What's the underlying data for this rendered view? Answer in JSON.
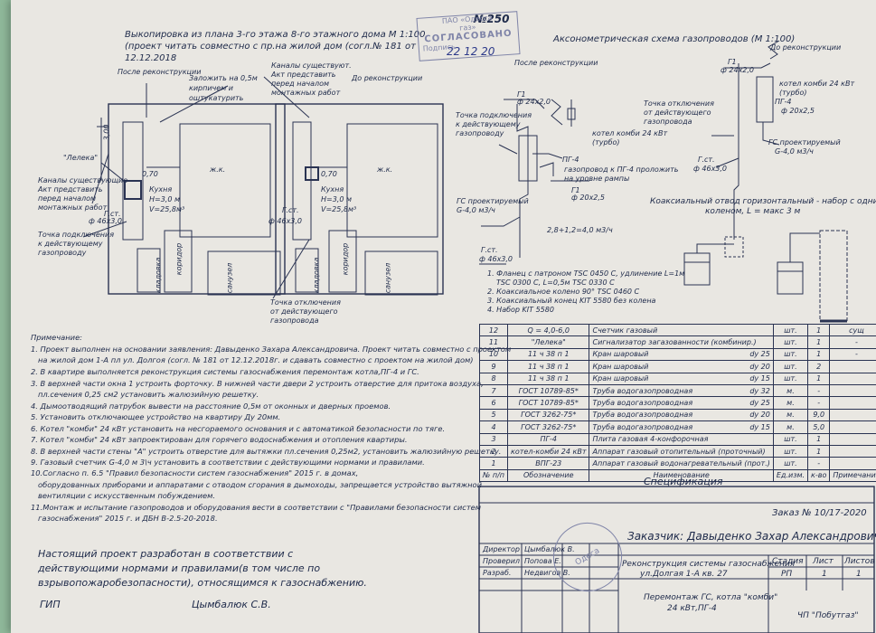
{
  "header": {
    "number": "№250",
    "plan_title": [
      "Выкопировка из плана 3-го этажа 8-го этажного дома М 1:100",
      "(проект читать совместно с пр.на жилой дом (согл.№ 181 от",
      "12.12.2018"
    ],
    "axo_title": "Аксонометрическая схема газопроводов (М 1:100)",
    "approval_stamp": {
      "line1": "ПАО «Одесса",
      "line2": "газ»",
      "word": "СОГЛАСОВАНО",
      "sign": "Подпись",
      "date": "22 12 20"
    }
  },
  "plan_labels": {
    "after_recon": "После реконструкции",
    "seal_note": [
      "Заложить на 0,5м",
      "кирпичем и",
      "оштукатурить"
    ],
    "channels_left": [
      "Каналы существующие",
      "Акт представить",
      "перед началом",
      "монтажных работ"
    ],
    "channels_mid": [
      "Каналы существуют.",
      "Акт представить",
      "перед началом",
      "монтажных работ"
    ],
    "before_recon": "До реконструкции",
    "leleka": "\"Лелека\"",
    "kitchen": [
      "Кухня",
      "Н=3,0 м",
      "V=25,8м³"
    ],
    "gst": "Г.ст.",
    "pipe": "ф 46х3,0",
    "room": "ж.к.",
    "corridor": "коридор",
    "pantry": "кладовка",
    "bath": "санузел",
    "dim": "3,00",
    "conn_point": [
      "Точка подключения",
      "к действующему",
      "газопроводу"
    ],
    "cutoff_point": [
      "Точка отключения",
      "от действующего",
      "газопровода"
    ],
    "dim_070": "0,70"
  },
  "axo_labels": {
    "after_recon": "После реконструкции",
    "before_recon": "До реконструкции",
    "g1": "Г1",
    "d24": "ф 24х2,0",
    "d20": "ф 20х2,5",
    "kombi_left": [
      "котел комби 24 кВт",
      "(турбо)"
    ],
    "kombi_right": [
      "котел комби 24 кВт",
      "(турбо)"
    ],
    "pg4": "ПГ-4",
    "pg4_note": [
      "газопровод к ПГ-4 проложить",
      "на уровне рампы"
    ],
    "gs_left": [
      "ГС проектируемый",
      "G-4,0 м3/ч"
    ],
    "gs_right": [
      "ГС проектируемый",
      "G-4,0 м3/ч"
    ],
    "gst": "Г.ст.",
    "d46": "ф 46х3,0",
    "flow": "2,8+1,2=4,0 м3/ч",
    "conn_point": [
      "Точка подключения",
      "к действующему",
      "газопроводу"
    ],
    "cutoff_point": [
      "Точка отключения",
      "от действующего",
      "газопровода"
    ],
    "coax": [
      "Коаксиальный отвод горизонтальный - набор с одним",
      "коленом, L = макс 3 м"
    ],
    "kit": [
      "1. Фланец с патроном TSC 0450 C, удлинение L=1м",
      "TSC 0300 C, L=0,5м TSC 0330 C",
      "2. Коаксиальное колено 90° TSC 0460 C",
      "3. Коаксиальный конец KIT 5580 без колена",
      "4. Набор KIT 5580"
    ]
  },
  "notes": {
    "heading": "Примечание:",
    "lines": [
      "1. Проект выполнен на основании заявления: Давыденко Захара Александровича. Проект читать совместно с проектом",
      "на жилой дом 1-А пл ул. Долгоя (согл. № 181 от 12.12.2018г. и сдавать совместно с проектом на жилой дом)",
      "2. В квартире выполняется реконструкция системы газоснабжения перемонтаж котла,ПГ-4 и ГС.",
      "3. В верхней части окна 1 устроить форточку. В нижней части двери 2 устроить отверстие для притока воздуха,",
      "пл.сечения 0,25 см2 установить жалюзийную решетку.",
      "4. Дымоотводящий патрубок вывести на расстояние 0,5м от оконных и дверных проемов.",
      "5. Установить отключающее устройство на квартиру Ду 20мм.",
      "6. Котел \"комби\" 24 кВт установить на несгораемого основания и с автоматикой безопасности по тяге.",
      "7. Котел \"комби\" 24 кВт запроектирован для горячего водоснабжения и отопления квартиры.",
      "8. В верхней части стены \"А\" устроить отверстие для вытяжки пл.сечения 0,25м2, установить жалюзийную решетку.",
      "9. Газовый счетчик G-4,0 м 3\\ч установить в соответствии с действующими нормами и правилами.",
      "10.Согласно п. 6.5 \"Правил безопасности систем газоснабжения\" 2015 г. в домах,",
      "оборудованных приборами и аппаратами с отводом сгорания в дымоходы, запрещается устройство вытяжной",
      "вентиляции с искусственным побуждением.",
      "11.Монтаж и испытание газопроводов и оборудования вести в соответствии с \"Правилами безопасности систем",
      "газоснабжения\" 2015 г. и ДБН В-2.5-20-2018."
    ]
  },
  "statement": [
    "Настоящий проект разработан в соответствии с",
    "действующими нормами и правилами(в том числе по",
    "взрывопожаробезопасности), относящимся к газоснабжению."
  ],
  "gip": {
    "label": "ГИП",
    "name": "Цымбалюк С.В."
  },
  "spec": {
    "rows": [
      {
        "pos": "12",
        "doc": "Q = 4,0-6,0",
        "name": "Счетчик газовый",
        "unit": "шт.",
        "qty": "1",
        "note": "сущ"
      },
      {
        "pos": "11",
        "doc": "\"Лелека\"",
        "name": "Сигнализатор загазованности (комбинир.)",
        "unit": "шт.",
        "qty": "1",
        "note": "-"
      },
      {
        "pos": "10",
        "doc": "11 ч 38 п 1",
        "name": "Кран шаровый",
        "dy": "dy 25",
        "unit": "шт.",
        "qty": "1",
        "note": "-"
      },
      {
        "pos": "9",
        "doc": "11 ч 38 п 1",
        "name": "Кран шаровый",
        "dy": "dy 20",
        "unit": "шт.",
        "qty": "2",
        "note": ""
      },
      {
        "pos": "8",
        "doc": "11 ч 38 п 1",
        "name": "Кран шаровый",
        "dy": "dy 15",
        "unit": "шт.",
        "qty": "1",
        "note": ""
      },
      {
        "pos": "7",
        "doc": "ГОСТ 10789-85*",
        "name": "Труба водогазопроводная",
        "dy": "dy 32",
        "unit": "м.",
        "qty": "-",
        "note": ""
      },
      {
        "pos": "6",
        "doc": "ГОСТ 10789-85*",
        "name": "Труба водогазопроводная",
        "dy": "dy 25",
        "unit": "м.",
        "qty": "-",
        "note": ""
      },
      {
        "pos": "5",
        "doc": "ГОСТ 3262-75*",
        "name": "Труба водогазопроводная",
        "dy": "dy 20",
        "unit": "м.",
        "qty": "9,0",
        "note": ""
      },
      {
        "pos": "4",
        "doc": "ГОСТ 3262-75*",
        "name": "Труба водогазопроводная",
        "dy": "dy 15",
        "unit": "м.",
        "qty": "5,0",
        "note": ""
      },
      {
        "pos": "3",
        "doc": "ПГ-4",
        "name": "Плита газовая 4-конфорочная",
        "unit": "шт.",
        "qty": "1",
        "note": ""
      },
      {
        "pos": "2",
        "doc": "котел-комби 24 кВт",
        "name": "Аппарат газовый отопительный (проточный)",
        "unit": "шт.",
        "qty": "1",
        "note": ""
      },
      {
        "pos": "1",
        "doc": "ВПГ-23",
        "name": "Аппарат газовый водонагревательный (прот.)",
        "unit": "шт.",
        "qty": "-",
        "note": ""
      }
    ],
    "header": {
      "pos": "№ п/п",
      "doc": "Обозначение",
      "name": "Наименование",
      "unit": "Ед.изм.",
      "qty": "к-во",
      "note": "Примечание"
    },
    "title": "Спецификация"
  },
  "title_block": {
    "order": "Заказ № 10/17-2020",
    "customer": "Заказчик: Давыденко Захар Александрович",
    "roles": [
      {
        "role": "Директор",
        "name": "Цымбалюк В."
      },
      {
        "role": "Проверил",
        "name": "Попова Е."
      },
      {
        "role": "Разраб.",
        "name": "Недвигов В."
      }
    ],
    "project": [
      "Реконструкция системы газоснабжения",
      "ул.Долгая 1-А кв. 27"
    ],
    "stage_h": "Стадия",
    "sheet_h": "Лист",
    "sheets_h": "Листов",
    "stage": "РП",
    "sheet": "1",
    "sheets": "1",
    "work": [
      "Перемонтаж ГС, котла \"комби\"",
      "24 кВт,ПГ-4"
    ],
    "company": "ЧП \"Побутгаз\""
  },
  "stamp_round": {
    "text": "Одеса"
  }
}
